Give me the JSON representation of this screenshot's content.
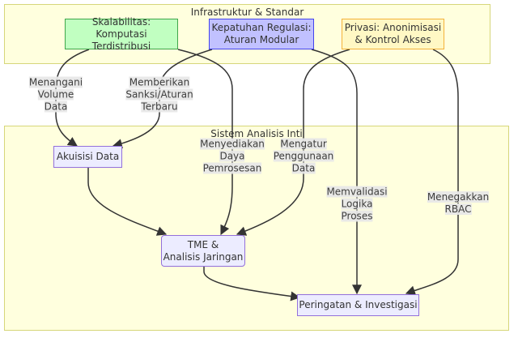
{
  "subgraphs": {
    "infra": "Infrastruktur & Standar",
    "core": "Sistem Analisis Inti"
  },
  "nodes": {
    "skalabilitas": "Skalabilitas:\nKomputasi Terdistribusi",
    "kepatuhan": "Kepatuhan Regulasi:\nAturan Modular",
    "privasi": "Privasi: Anonimisasi\n& Kontrol Akses",
    "akuisisi": "Akuisisi Data",
    "tme": "TME &\nAnalisis Jaringan",
    "peringatan": "Peringatan & Investigasi"
  },
  "edge_labels": {
    "e1": "Menangani\nVolume\nData",
    "e2": "Memberikan\nSanksi/Aturan\nTerbaru",
    "e3": "Menyediakan\nDaya\nPemrosesan",
    "e4": "Mengatur\nPenggunaan\nData",
    "e5": "Memvalidasi\nLogika\nProses",
    "e6": "Menegakkan\nRBAC"
  },
  "colors": {
    "skalabilitas_fill": "#c1ffc1",
    "skalabilitas_border": "#3fa64a",
    "kepatuhan_fill": "#c1c1ff",
    "kepatuhan_border": "#4444ee",
    "privasi_fill": "#fff8c4",
    "privasi_border": "#f4b23a",
    "default_fill": "#ececff",
    "default_border": "#9370db",
    "subgraph_fill": "#ffffde"
  }
}
